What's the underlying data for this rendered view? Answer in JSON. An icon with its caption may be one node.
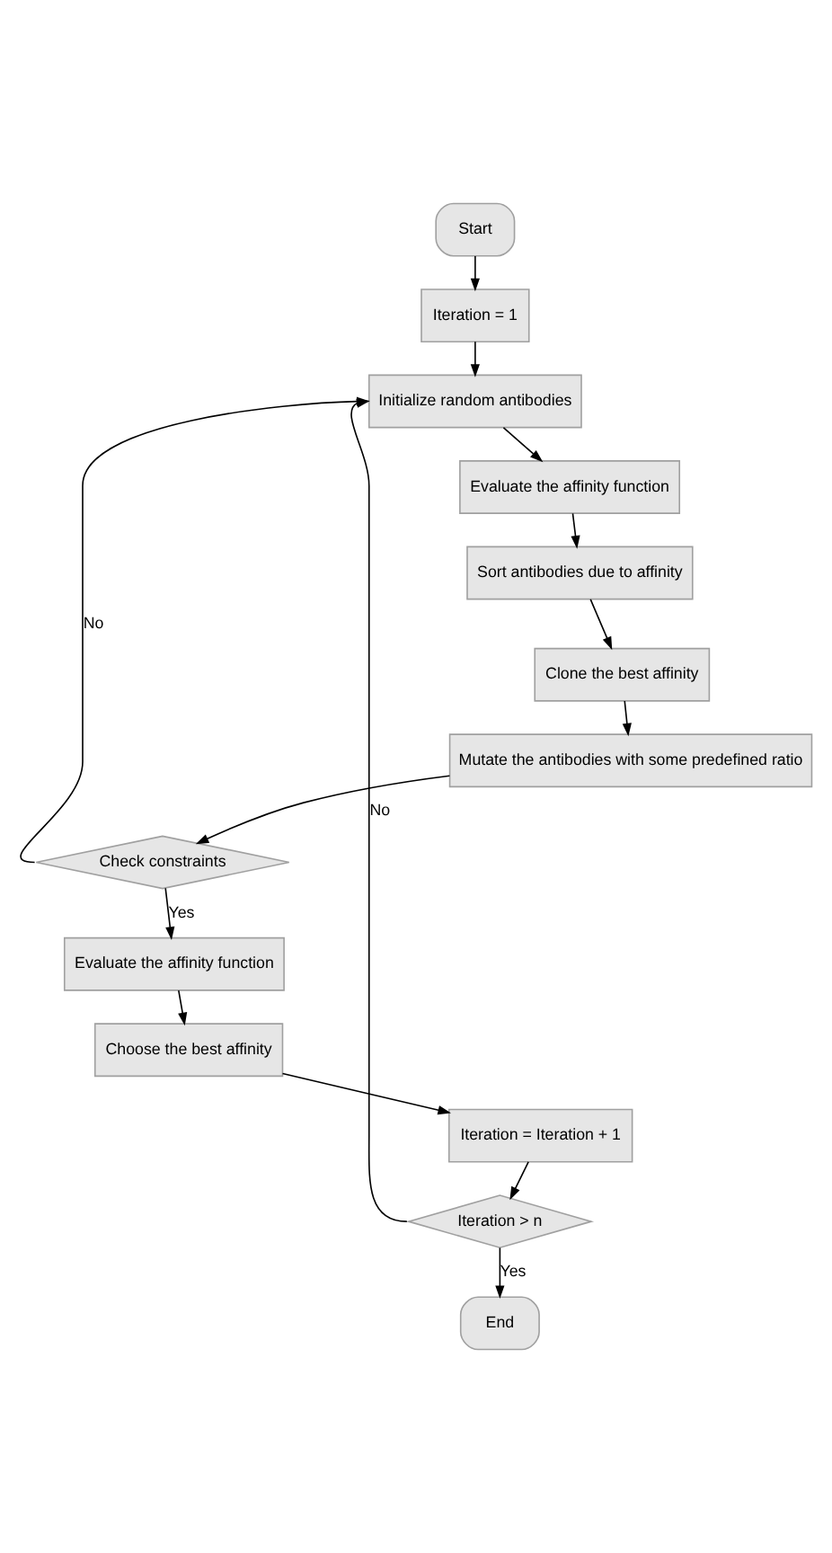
{
  "diagram": {
    "nodes": [
      {
        "text": [
          "Start"
        ]
      },
      {
        "text": [
          "Iteration = 1"
        ]
      },
      {
        "text": [
          "Initialize random antibodies"
        ]
      },
      {
        "text": [
          "Evaluate the affinity function"
        ]
      },
      {
        "text": [
          "Sort antibodies due to affinity"
        ]
      },
      {
        "text": [
          "Clone the best affinity"
        ]
      },
      {
        "text": [
          "Mutate the antibodies with some predefined ratio"
        ]
      },
      {
        "text": [
          "Check constraints"
        ]
      },
      {
        "text": [
          "Evaluate the affinity function"
        ]
      },
      {
        "text": [
          "Choose the best affinity"
        ]
      },
      {
        "text": [
          "Iteration = Iteration + 1"
        ]
      },
      {
        "text": [
          "Iteration > n"
        ]
      },
      {
        "text": [
          "End"
        ]
      }
    ],
    "edges": [
      {
        "from": 0,
        "to": 1,
        "arrow": "to"
      },
      {
        "from": 1,
        "to": 2,
        "arrow": "to"
      },
      {
        "from": 2,
        "to": 3,
        "arrow": "to"
      },
      {
        "from": 3,
        "to": 4,
        "arrow": "to"
      },
      {
        "from": 4,
        "to": 5,
        "arrow": "to"
      },
      {
        "from": 5,
        "to": 6,
        "arrow": "to"
      },
      {
        "from": 6,
        "to": 7,
        "arrow": "to"
      },
      {
        "from": 7,
        "to": 2,
        "arrow": "to",
        "label": "No"
      },
      {
        "from": 7,
        "to": 8,
        "arrow": "to",
        "label": "Yes"
      },
      {
        "from": 8,
        "to": 9,
        "arrow": "to"
      },
      {
        "from": 9,
        "to": 10,
        "arrow": "to"
      },
      {
        "from": 10,
        "to": 11,
        "arrow": "to"
      },
      {
        "from": 11,
        "to": 2,
        "arrow": "to",
        "label": "No"
      },
      {
        "from": 11,
        "to": 12,
        "arrow": "to",
        "label": "Yes"
      }
    ]
  }
}
